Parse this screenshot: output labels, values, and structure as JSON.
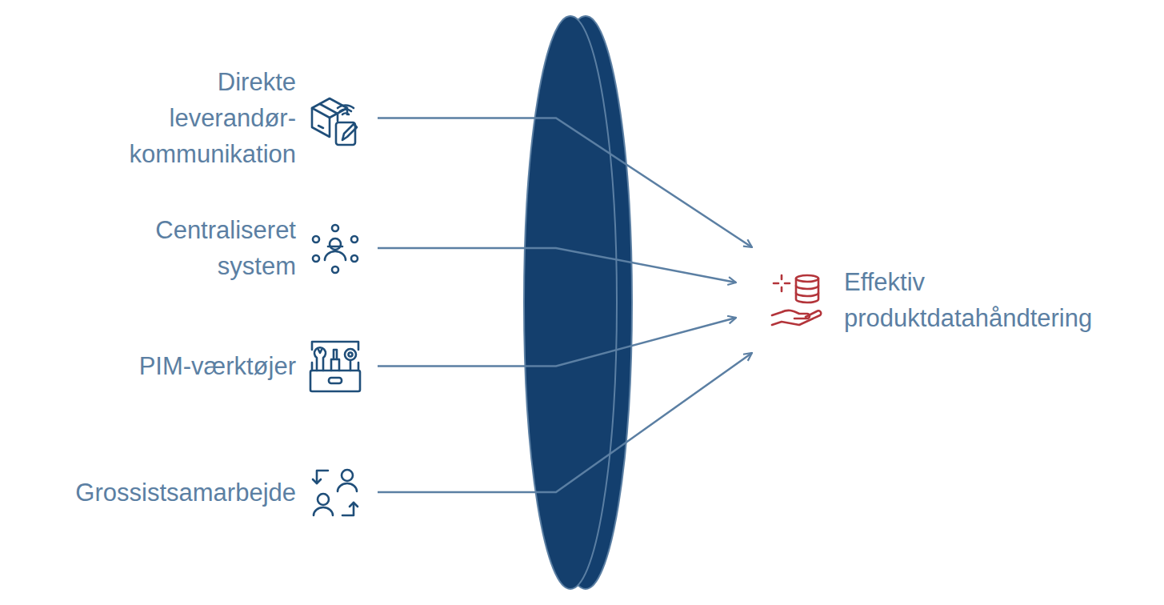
{
  "diagram": {
    "nodes": [
      {
        "text": [
          "Direkte leverandør- kommunikation"
        ]
      },
      {
        "text": [
          "Centraliseret system"
        ]
      },
      {
        "text": [
          "PIM-værktøjer"
        ]
      },
      {
        "text": [
          "Grossistsamarbejde"
        ]
      },
      {
        "text": [
          "Effektiv produktdatahåndtering"
        ]
      }
    ],
    "edges": [
      {
        "from": 0,
        "to": 4,
        "arrow": "to"
      },
      {
        "from": 1,
        "to": 4,
        "arrow": "to"
      },
      {
        "from": 2,
        "to": 4,
        "arrow": "to"
      },
      {
        "from": 3,
        "to": 4,
        "arrow": "to"
      }
    ]
  }
}
